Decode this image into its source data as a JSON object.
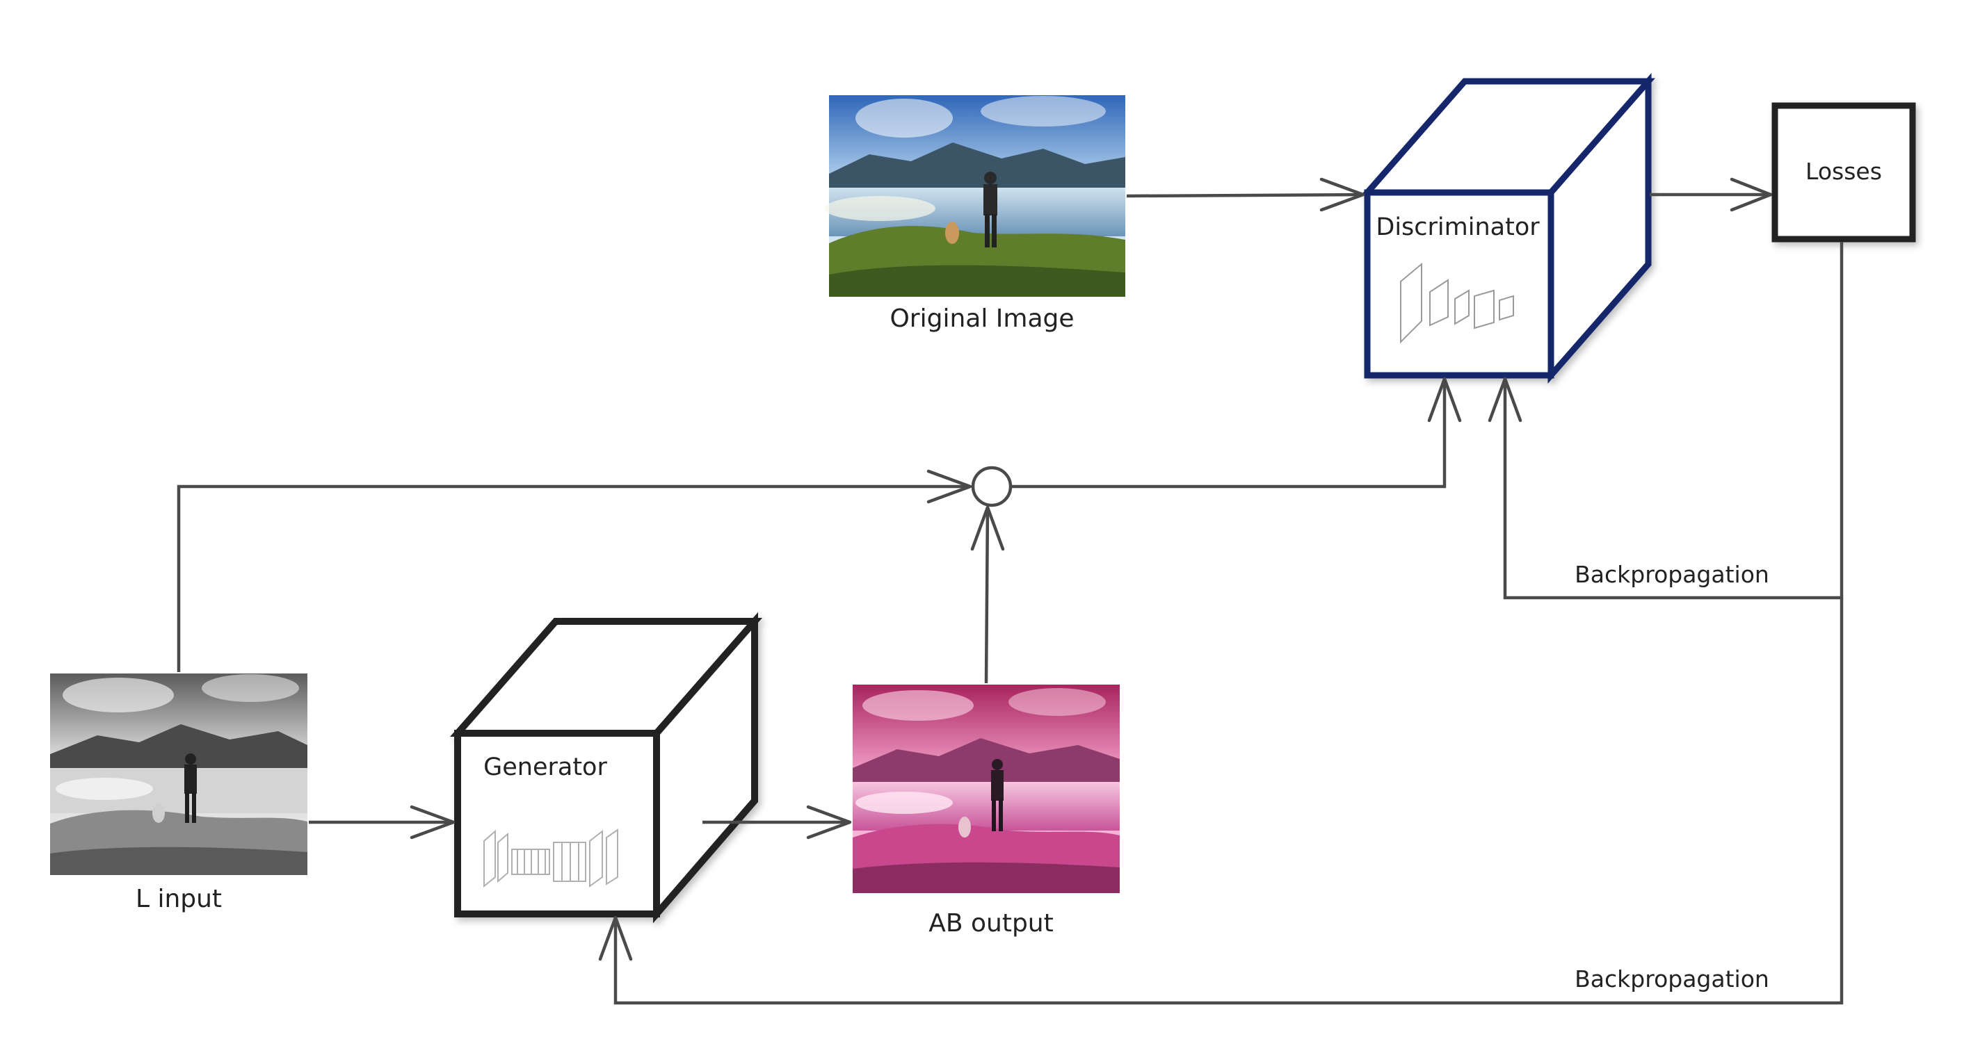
{
  "nodes": {
    "original_image": {
      "caption": "Original Image"
    },
    "discriminator": {
      "label": "Discriminator",
      "color": "#15286b"
    },
    "losses": {
      "label": "Losses"
    },
    "l_input": {
      "caption": "L input"
    },
    "generator": {
      "label": "Generator",
      "color": "#222222"
    },
    "ab_output": {
      "caption": "AB output"
    }
  },
  "edges": {
    "backprop_discriminator": {
      "label": "Backpropagation"
    },
    "backprop_generator": {
      "label": "Backpropagation"
    }
  },
  "colors": {
    "arrow": "#4a4a4a",
    "discriminator_border": "#15286b",
    "generator_border": "#222222"
  }
}
